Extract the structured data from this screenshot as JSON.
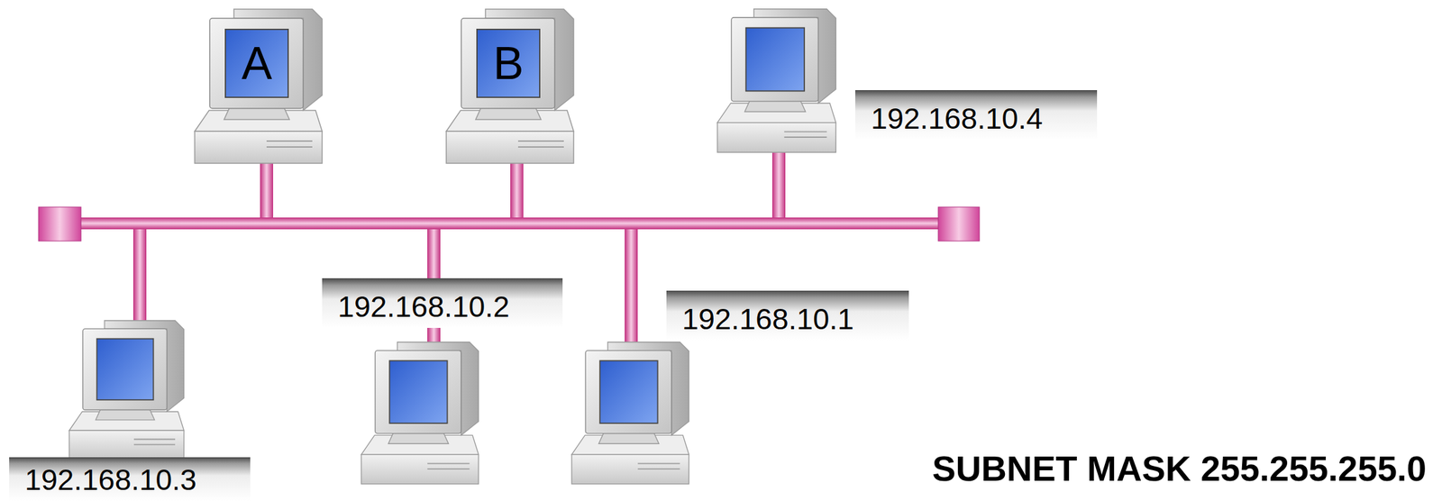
{
  "diagram": {
    "caption": "SUBNET MASK 255.255.255.0",
    "nodes": [
      {
        "text": [
          "A"
        ]
      },
      {
        "text": [
          "B"
        ]
      },
      {
        "text": [
          "192.168.10.4"
        ]
      },
      {
        "text": [
          "192.168.10.2"
        ]
      },
      {
        "text": [
          "192.168.10.1"
        ]
      },
      {
        "text": [
          "192.168.10.3"
        ]
      }
    ]
  }
}
